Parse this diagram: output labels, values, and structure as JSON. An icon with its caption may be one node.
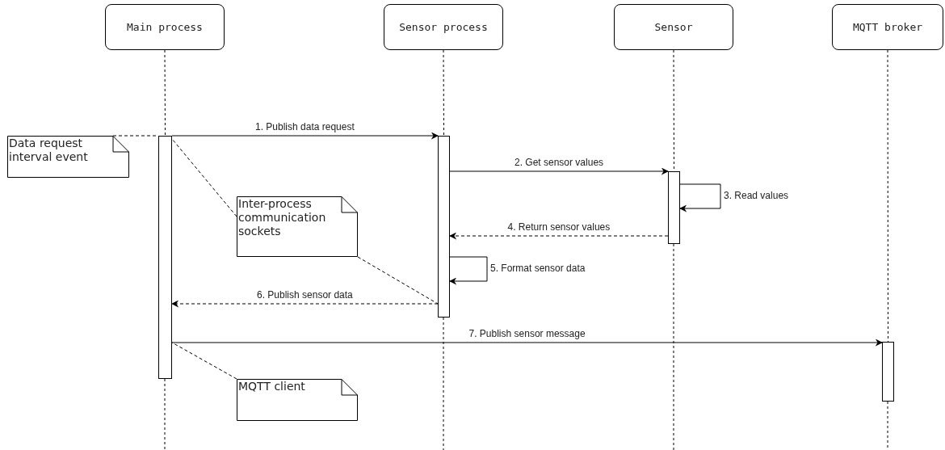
{
  "diagram": {
    "nodes": [
      {
        "text": [
          "Main process"
        ]
      },
      {
        "text": [
          "Sensor process"
        ]
      },
      {
        "text": [
          "Sensor"
        ]
      },
      {
        "text": [
          "MQTT broker"
        ]
      },
      {
        "text": [],
        "shape": "bar"
      },
      {
        "text": [],
        "shape": "bar"
      },
      {
        "text": [],
        "shape": "bar"
      },
      {
        "text": [],
        "shape": "bar"
      },
      {
        "text": [
          "Data request interval event"
        ]
      },
      {
        "text": [
          "Inter-process communication sockets"
        ]
      },
      {
        "text": [
          "MQTT client"
        ]
      }
    ],
    "edges": [
      {
        "from": 4,
        "to": 5,
        "arrow": "to",
        "label": "1. Publish data request"
      },
      {
        "from": 5,
        "to": 6,
        "arrow": "to",
        "label": "2. Get sensor values"
      },
      {
        "from": 6,
        "to": 6,
        "arrow": "to",
        "label": "3. Read values"
      },
      {
        "from": 6,
        "to": 5,
        "arrow": "to",
        "label": "4. Return sensor values",
        "style": "dashed"
      },
      {
        "from": 5,
        "to": 5,
        "arrow": "to",
        "label": "5. Format sensor data"
      },
      {
        "from": 5,
        "to": 4,
        "arrow": "to",
        "label": "6. Publish sensor data",
        "style": "dashed"
      },
      {
        "from": 4,
        "to": 7,
        "arrow": "to",
        "label": "7. Publish sensor message"
      },
      {
        "from": 8,
        "to": 4,
        "arrow": "none",
        "style": "dashed"
      },
      {
        "from": 9,
        "to": 4,
        "arrow": "none",
        "style": "dashed"
      },
      {
        "from": 9,
        "to": 5,
        "arrow": "none",
        "style": "dashed"
      },
      {
        "from": 10,
        "to": 4,
        "arrow": "none",
        "style": "dashed"
      },
      {
        "from": 0,
        "to": 4,
        "arrow": "none",
        "style": "dashed"
      },
      {
        "from": 1,
        "to": 5,
        "arrow": "none",
        "style": "dashed"
      },
      {
        "from": 2,
        "to": 6,
        "arrow": "none",
        "style": "dashed"
      },
      {
        "from": 3,
        "to": 7,
        "arrow": "none",
        "style": "dashed"
      }
    ]
  }
}
